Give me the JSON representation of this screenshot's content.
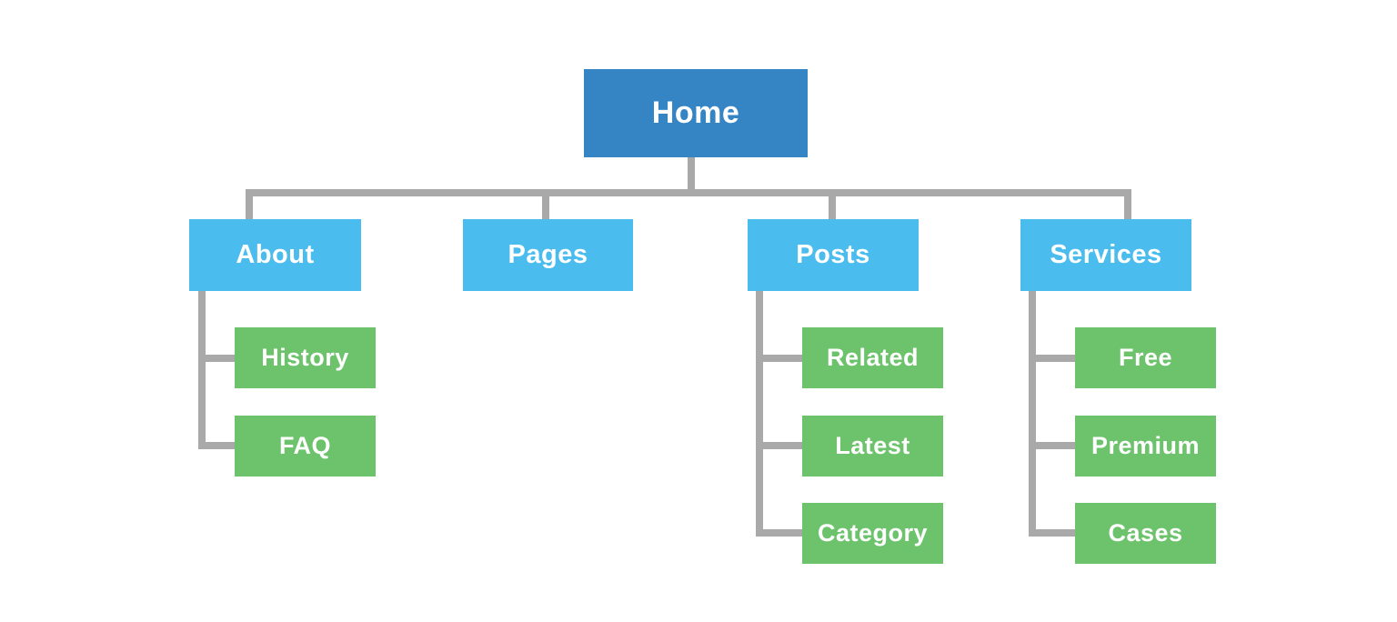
{
  "diagram": {
    "type": "sitemap-tree",
    "colors": {
      "root": "#3585C5",
      "section": "#4BBCEE",
      "leaf": "#6DC36B",
      "connector": "#A9A9A9",
      "text": "#FFFFFF",
      "background": "#FFFFFF"
    },
    "root": {
      "label": "Home"
    },
    "sections": [
      {
        "label": "About",
        "children": [
          {
            "label": "History"
          },
          {
            "label": "FAQ"
          }
        ]
      },
      {
        "label": "Pages",
        "children": []
      },
      {
        "label": "Posts",
        "children": [
          {
            "label": "Related"
          },
          {
            "label": "Latest"
          },
          {
            "label": "Category"
          }
        ]
      },
      {
        "label": "Services",
        "children": [
          {
            "label": "Free"
          },
          {
            "label": "Premium"
          },
          {
            "label": "Cases"
          }
        ]
      }
    ]
  }
}
